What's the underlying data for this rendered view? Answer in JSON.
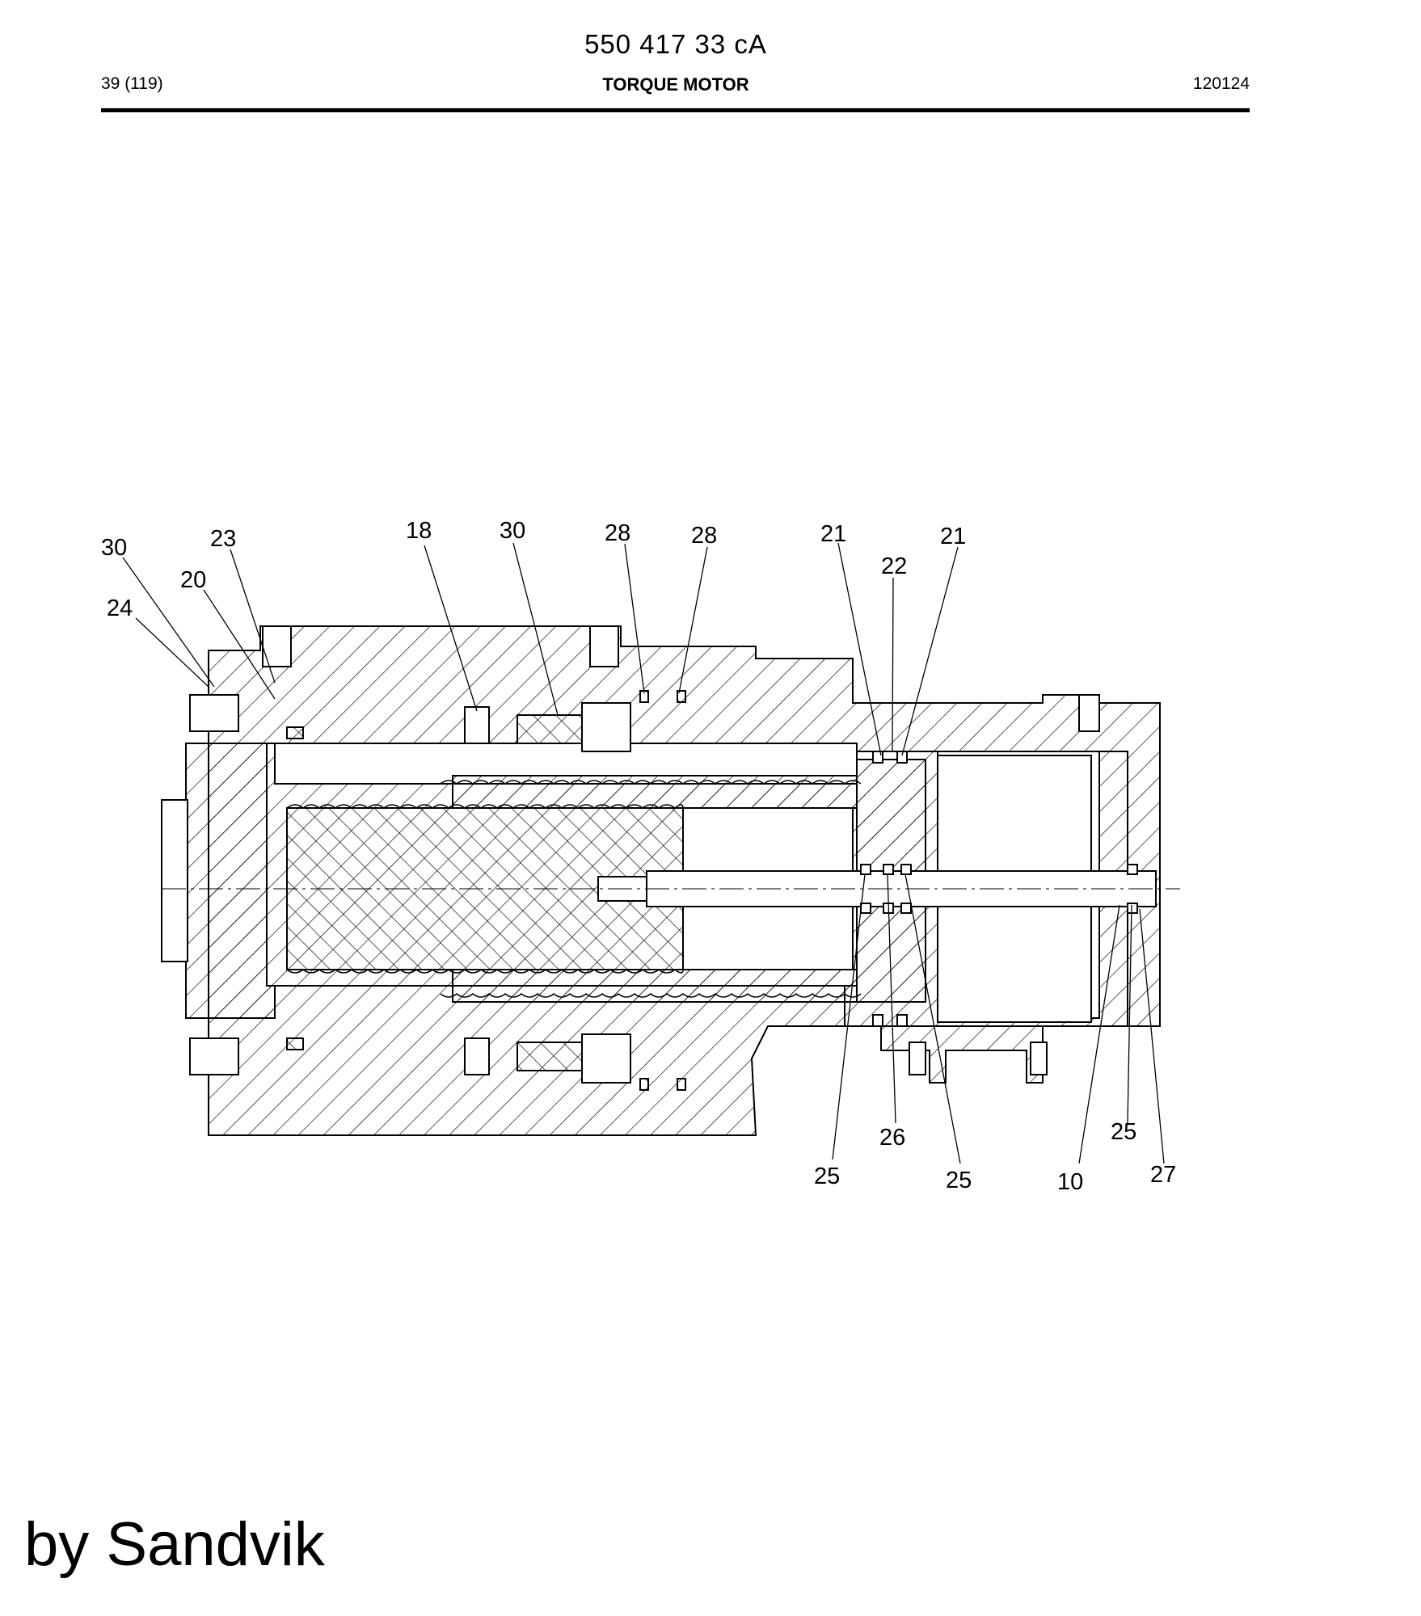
{
  "header": {
    "document_number": "550 417 33 cA",
    "page": "39 (119)",
    "title": "TORQUE MOTOR",
    "date_code": "120124"
  },
  "callouts": [
    {
      "id": "label-30-left",
      "text": "30"
    },
    {
      "id": "label-23",
      "text": "23"
    },
    {
      "id": "label-20",
      "text": "20"
    },
    {
      "id": "label-24",
      "text": "24"
    },
    {
      "id": "label-18",
      "text": "18"
    },
    {
      "id": "label-30-mid",
      "text": "30"
    },
    {
      "id": "label-28-a",
      "text": "28"
    },
    {
      "id": "label-28-b",
      "text": "28"
    },
    {
      "id": "label-21-a",
      "text": "21"
    },
    {
      "id": "label-22",
      "text": "22"
    },
    {
      "id": "label-21-b",
      "text": "21"
    },
    {
      "id": "label-25-a",
      "text": "25"
    },
    {
      "id": "label-26",
      "text": "26"
    },
    {
      "id": "label-25-b",
      "text": "25"
    },
    {
      "id": "label-10",
      "text": "10"
    },
    {
      "id": "label-25-c",
      "text": "25"
    },
    {
      "id": "label-27",
      "text": "27"
    }
  ],
  "footer": {
    "credit": "by Sandvik"
  }
}
